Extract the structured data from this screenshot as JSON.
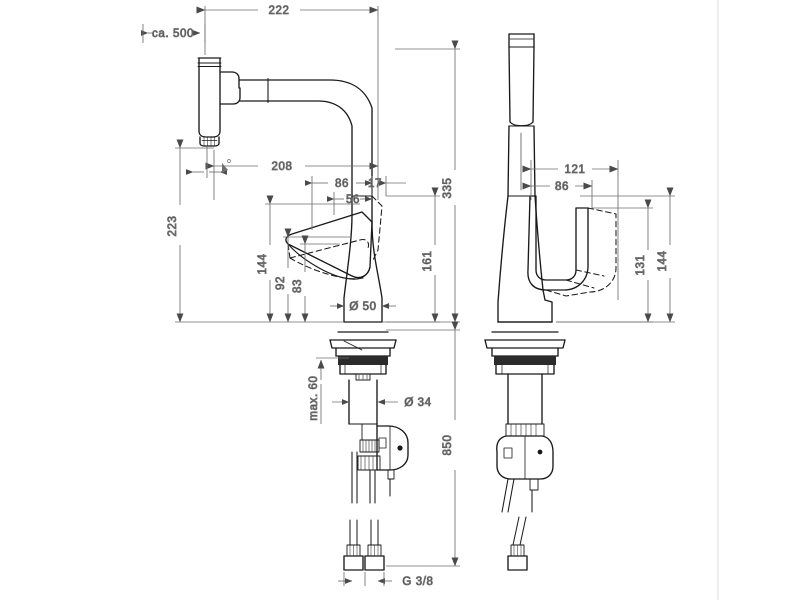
{
  "drawing": {
    "title": "Kitchen mixer tap dimensional drawing",
    "background_color": "#ffffff",
    "line_color": "#1a1a1a",
    "dimension_line_color": "#6e6e6e",
    "units": "mm",
    "views": [
      {
        "id": "front-view",
        "name": "front elevation with pull-out spray extended"
      },
      {
        "id": "side-view",
        "name": "side elevation"
      }
    ]
  },
  "dimensions": {
    "overall_reach": "222",
    "hose_length": "ca. 500",
    "spray_reach": "208",
    "spout_offset_86": "86",
    "spout_width_17": "17",
    "handle_offset_56": "56",
    "total_height": "335",
    "spout_height": "161",
    "spray_head_height": "223",
    "handle_height_144": "144",
    "handle_height_92": "92",
    "handle_height_83": "83",
    "base_diameter": "Ø 50",
    "shank_diameter": "Ø 34",
    "worktop_thickness": "max. 60",
    "install_height": "850",
    "connection_thread": "G 3/8",
    "side_reach_121": "121",
    "side_offset_86": "86",
    "side_height_131": "131",
    "side_height_144": "144"
  },
  "labels": {
    "d222": "222",
    "d500": "ca. 500",
    "d208": "208",
    "d86a": "86",
    "d17": "17",
    "d56": "56",
    "d335": "335",
    "d161": "161",
    "d223": "223",
    "d144a": "144",
    "d92": "92",
    "d83": "83",
    "d50": "Ø 50",
    "d34": "Ø 34",
    "dmax60": "max. 60",
    "d850": "850",
    "dg38": "G 3/8",
    "d121": "121",
    "d86b": "86",
    "d131": "131",
    "d144b": "144"
  }
}
